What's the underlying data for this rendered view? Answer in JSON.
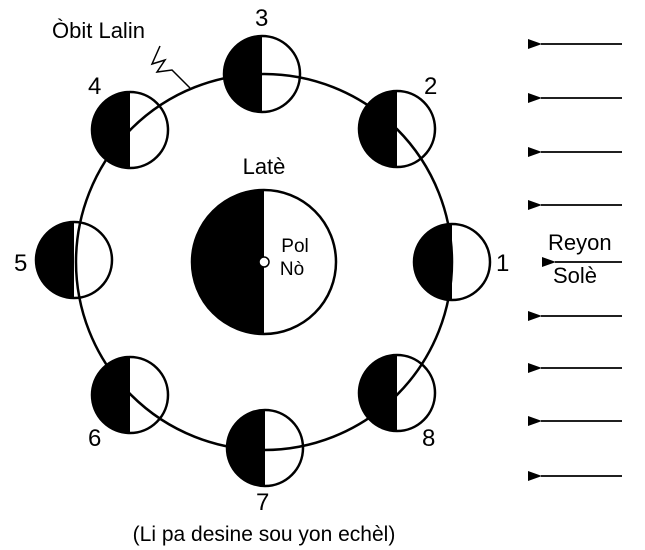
{
  "orbit_label": "Òbit Lalin",
  "earth": {
    "label": "Latè",
    "pole_line1": "Pol",
    "pole_line2": "Nò"
  },
  "sunlight": {
    "line1": "Reyon",
    "line2": "Solè"
  },
  "moon_positions": [
    {
      "number": "1"
    },
    {
      "number": "2"
    },
    {
      "number": "3"
    },
    {
      "number": "4"
    },
    {
      "number": "5"
    },
    {
      "number": "6"
    },
    {
      "number": "7"
    },
    {
      "number": "8"
    }
  ],
  "note": "(Li pa desine sou yon echèl)",
  "colors": {
    "ink": "#000000",
    "paper": "#ffffff"
  }
}
